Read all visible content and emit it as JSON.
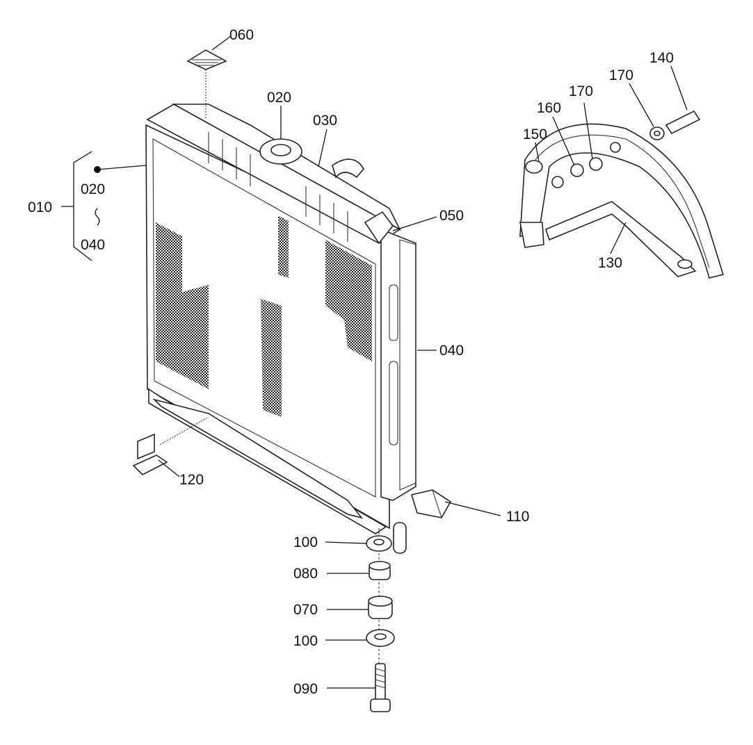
{
  "diagram": {
    "callouts": {
      "c010": "010",
      "c020_range": "020",
      "c_range_sep": "~",
      "c040_range": "040",
      "c060": "060",
      "c020": "020",
      "c030": "030",
      "c050": "050",
      "c040": "040",
      "c120": "120",
      "c110": "110",
      "c100_top": "100",
      "c080": "080",
      "c070": "070",
      "c100_bottom": "100",
      "c090": "090",
      "c140": "140",
      "c170_outer": "170",
      "c170_inner": "170",
      "c160": "160",
      "c150": "150",
      "c130": "130"
    }
  }
}
